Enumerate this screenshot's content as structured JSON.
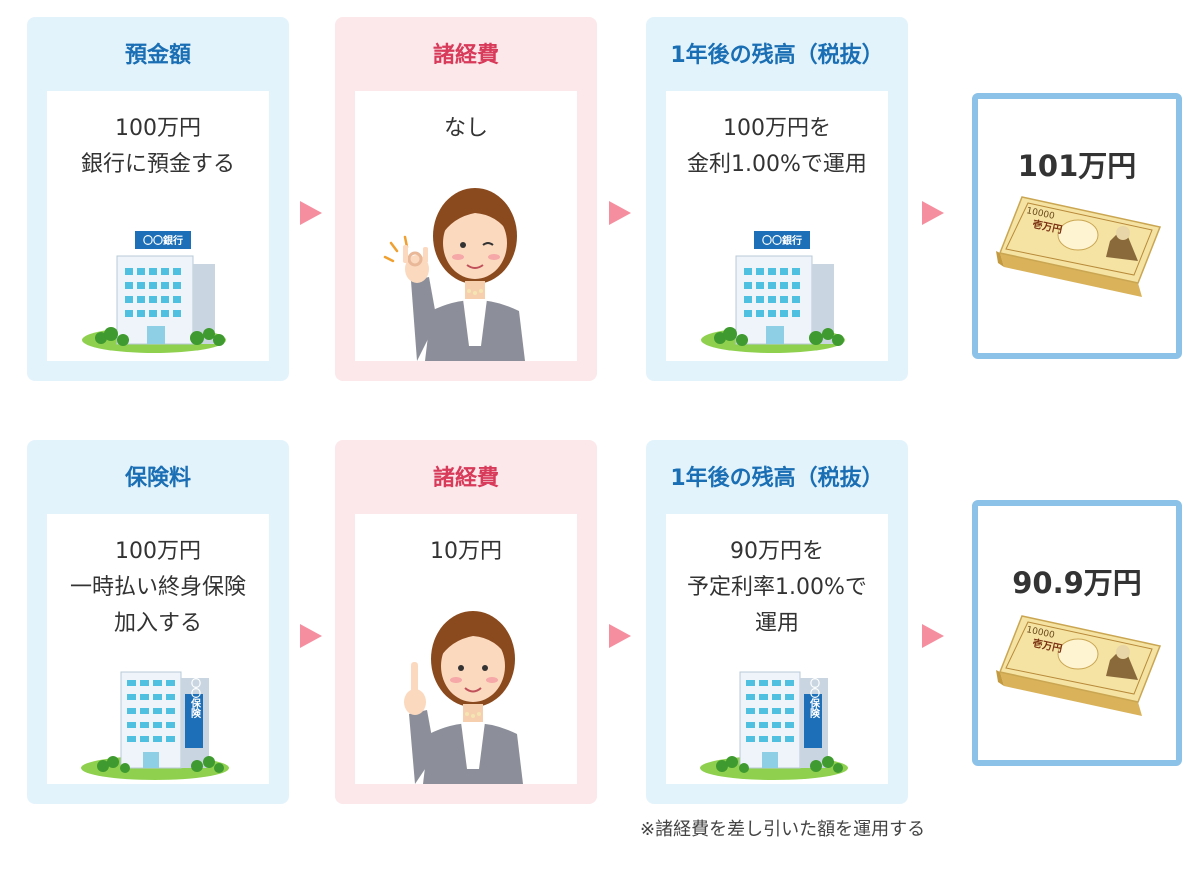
{
  "row1": {
    "card1": {
      "title": "預金額",
      "lines": [
        "100万円",
        "銀行に預金する"
      ]
    },
    "card2": {
      "title": "諸経費",
      "lines": [
        "なし"
      ]
    },
    "card3": {
      "title": "1年後の残高（税抜）",
      "lines": [
        "100万円を",
        "金利1.00%で運用"
      ]
    },
    "result": "101万円",
    "building_sign": "〇〇銀行",
    "bill": {
      "denomination": "10000",
      "label": "壱万円"
    }
  },
  "row2": {
    "card1": {
      "title": "保険料",
      "lines": [
        "100万円",
        "一時払い終身保険",
        "加入する"
      ]
    },
    "card2": {
      "title": "諸経費",
      "lines": [
        "10万円"
      ]
    },
    "card3": {
      "title": "1年後の残高（税抜）",
      "lines": [
        "90万円を",
        "予定利率1.00%で",
        "運用"
      ]
    },
    "result": "90.9万円",
    "building_sign": "〇〇保険",
    "bill": {
      "denomination": "10000",
      "label": "壱万円"
    }
  },
  "note": "※諸経費を差し引いた額を運用する",
  "colors": {
    "card_blue_bg": "#e3f3fc",
    "card_pink_bg": "#fce7ea",
    "title_blue": "#1a6fb4",
    "title_pink": "#d83a5a",
    "arrow": "#f58fa0",
    "result_border": "#8cc1e8"
  },
  "icons": [
    "bank-building-icon",
    "ok-gesture-woman-icon",
    "insurance-building-icon",
    "pointing-woman-icon",
    "yen-bundle-icon",
    "arrow-right-icon"
  ]
}
